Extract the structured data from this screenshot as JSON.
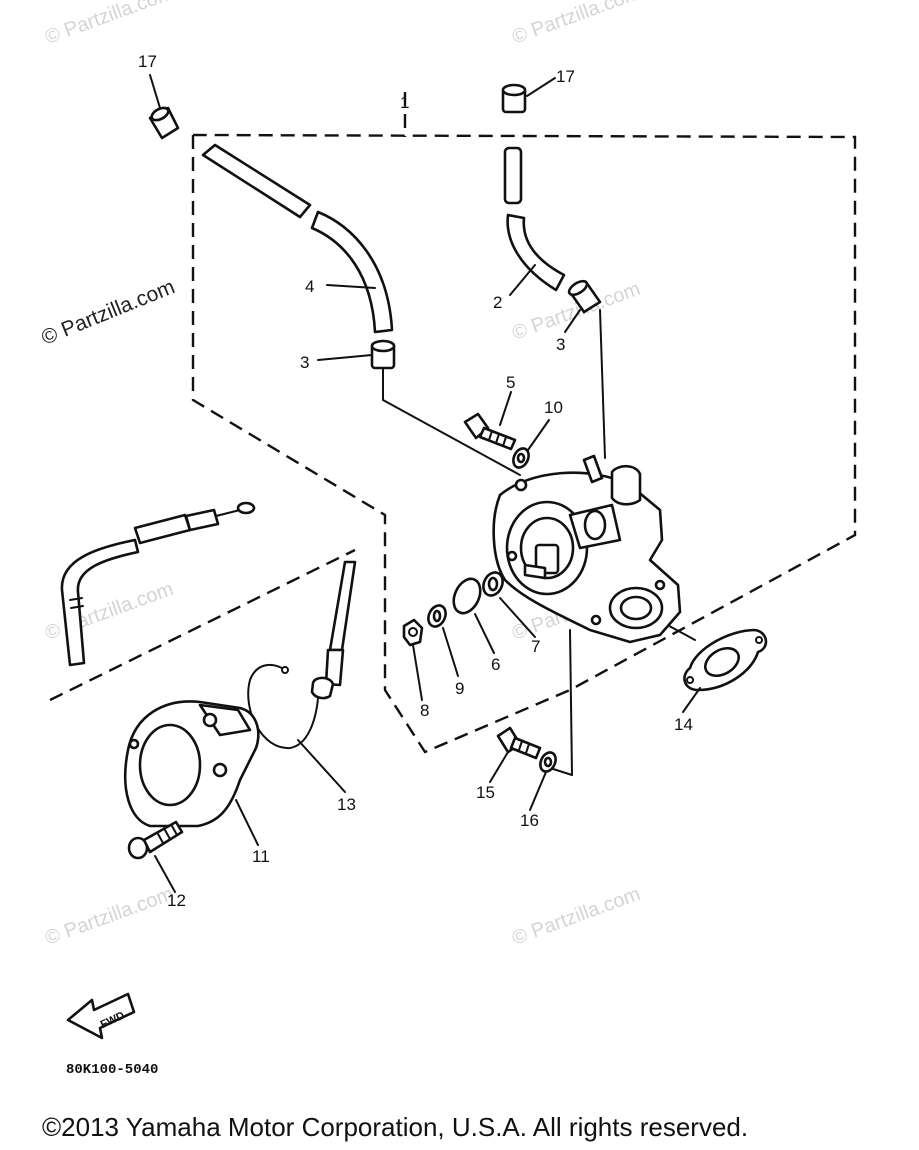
{
  "watermark": "© Partzilla.com",
  "diagram_code": "80K100-5040",
  "fwd_label": "FWD",
  "copyright": "©2013 Yamaha Motor Corporation, U.S.A. All rights reserved.",
  "callouts": {
    "n1": "1",
    "n2": "2",
    "n3a": "3",
    "n3b": "3",
    "n4": "4",
    "n5": "5",
    "n6": "6",
    "n7": "7",
    "n8": "8",
    "n9": "9",
    "n10": "10",
    "n11": "11",
    "n12": "12",
    "n13": "13",
    "n14": "14",
    "n15": "15",
    "n16": "16",
    "n17a": "17",
    "n17b": "17"
  }
}
